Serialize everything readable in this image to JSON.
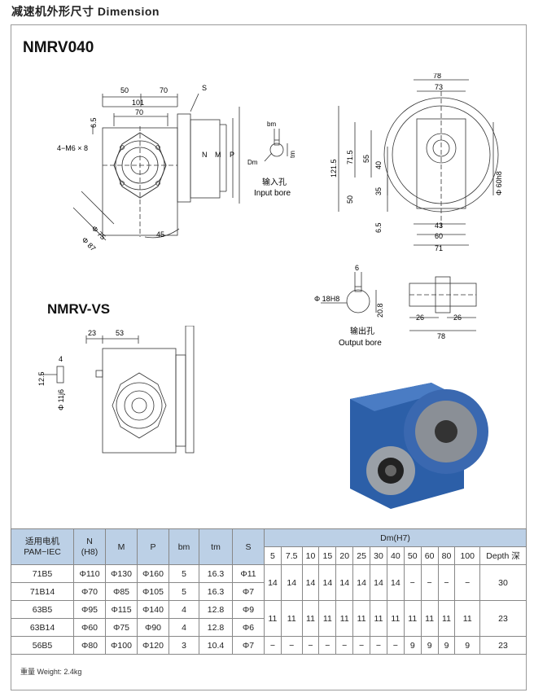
{
  "title": "减速机外形尺寸 Dimension",
  "models": {
    "main": "NMRV040",
    "vs": "NMRV-VS"
  },
  "front_view": {
    "d50": "50",
    "d70a": "70",
    "d101": "101",
    "d70b": "70",
    "d65": "6.5",
    "hole": "4−M6 × 8",
    "phi75": "Φ 75",
    "phi87": "Φ 87",
    "ang": "45",
    "S": "S",
    "N": "N",
    "M": "M",
    "P": "P"
  },
  "input_bore": {
    "bm": "bm",
    "tm": "tm",
    "Dm": "Dm",
    "cn": "输入孔",
    "en": "Input bore"
  },
  "side_view": {
    "d78": "78",
    "d73": "73",
    "d1215": "121.5",
    "d715": "71.5",
    "d55": "55",
    "d40": "40",
    "d35": "35",
    "d50": "50",
    "d65": "6.5",
    "d43": "43",
    "d60": "60",
    "d71": "71",
    "phi60": "Φ 60h8"
  },
  "output_bore": {
    "d6": "6",
    "phi18": "Φ 18H8",
    "d208": "20.8",
    "cn": "输出孔",
    "en": "Output bore",
    "d26a": "26",
    "d26b": "26",
    "d78": "78"
  },
  "vs_view": {
    "d23": "23",
    "d53": "53",
    "d4": "4",
    "d125": "12.5",
    "phi11": "Φ 11j6"
  },
  "table": {
    "h_motor1": "适用电机",
    "h_motor2": "PAM−IEC",
    "h_N1": "N",
    "h_N2": "(H8)",
    "h_M": "M",
    "h_P": "P",
    "h_bm": "bm",
    "h_tm": "tm",
    "h_S": "S",
    "h_dm": "Dm(H7)",
    "ratios": [
      "5",
      "7.5",
      "10",
      "15",
      "20",
      "25",
      "30",
      "40",
      "50",
      "60",
      "80",
      "100"
    ],
    "h_depth": "Depth 深",
    "rows": [
      {
        "m": "71B5",
        "N": "Φ110",
        "M": "Φ130",
        "P": "Φ160",
        "bm": "5",
        "tm": "16.3",
        "S": "Φ11"
      },
      {
        "m": "71B14",
        "N": "Φ70",
        "M": "Φ85",
        "P": "Φ105",
        "bm": "5",
        "tm": "16.3",
        "S": "Φ7"
      },
      {
        "m": "63B5",
        "N": "Φ95",
        "M": "Φ115",
        "P": "Φ140",
        "bm": "4",
        "tm": "12.8",
        "S": "Φ9"
      },
      {
        "m": "63B14",
        "N": "Φ60",
        "M": "Φ75",
        "P": "Φ90",
        "bm": "4",
        "tm": "12.8",
        "S": "Φ6"
      },
      {
        "m": "56B5",
        "N": "Φ80",
        "M": "Φ100",
        "P": "Φ120",
        "bm": "3",
        "tm": "10.4",
        "S": "Φ7"
      }
    ],
    "dm_g1": [
      "14",
      "14",
      "14",
      "14",
      "14",
      "14",
      "14",
      "14",
      "−",
      "−",
      "−",
      "−"
    ],
    "depth_g1": "30",
    "dm_g2": [
      "11",
      "11",
      "11",
      "11",
      "11",
      "11",
      "11",
      "11",
      "11",
      "11",
      "11",
      "11"
    ],
    "depth_g2": "23",
    "dm_g3": [
      "−",
      "−",
      "−",
      "−",
      "−",
      "−",
      "−",
      "−",
      "9",
      "9",
      "9",
      "9"
    ],
    "depth_g3": "23"
  },
  "weight": "重量 Weight: 2.4kg",
  "colors": {
    "header_bg": "#bcd0e6",
    "housing_blue": "#2c5fa8",
    "line": "#333333"
  }
}
